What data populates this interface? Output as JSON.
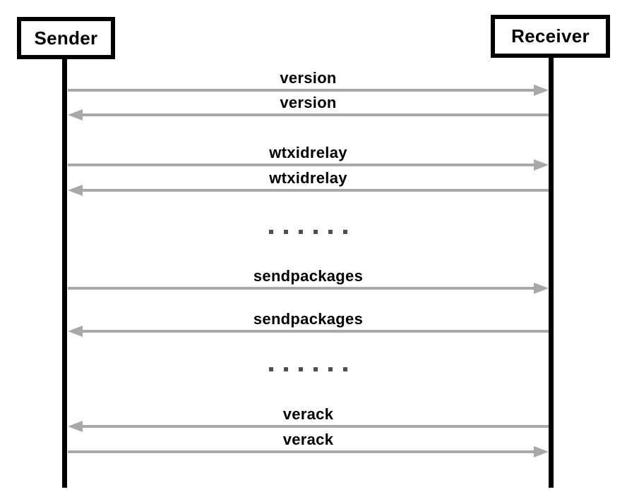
{
  "diagram": {
    "type": "sequence-diagram",
    "actors": [
      {
        "name": "Sender"
      },
      {
        "name": "Receiver"
      }
    ],
    "messages": [
      {
        "label": "version",
        "from": "Sender",
        "to": "Receiver",
        "direction": "right"
      },
      {
        "label": "version",
        "from": "Receiver",
        "to": "Sender",
        "direction": "left"
      },
      {
        "label": "wtxidrelay",
        "from": "Sender",
        "to": "Receiver",
        "direction": "right"
      },
      {
        "label": "wtxidrelay",
        "from": "Receiver",
        "to": "Sender",
        "direction": "left"
      },
      {
        "label": "sendpackages",
        "from": "Sender",
        "to": "Receiver",
        "direction": "right"
      },
      {
        "label": "sendpackages",
        "from": "Receiver",
        "to": "Sender",
        "direction": "left"
      },
      {
        "label": "verack",
        "from": "Receiver",
        "to": "Sender",
        "direction": "left"
      },
      {
        "label": "verack",
        "from": "Sender",
        "to": "Receiver",
        "direction": "right"
      }
    ],
    "ellipsis": {
      "dot_count": 6
    },
    "colors": {
      "background": "#ffffff",
      "actor_border": "#000000",
      "lifeline": "#000000",
      "arrow": "#a8a8a8",
      "label_text": "#000000",
      "ellipsis_dot": "#4f4f4f"
    }
  }
}
